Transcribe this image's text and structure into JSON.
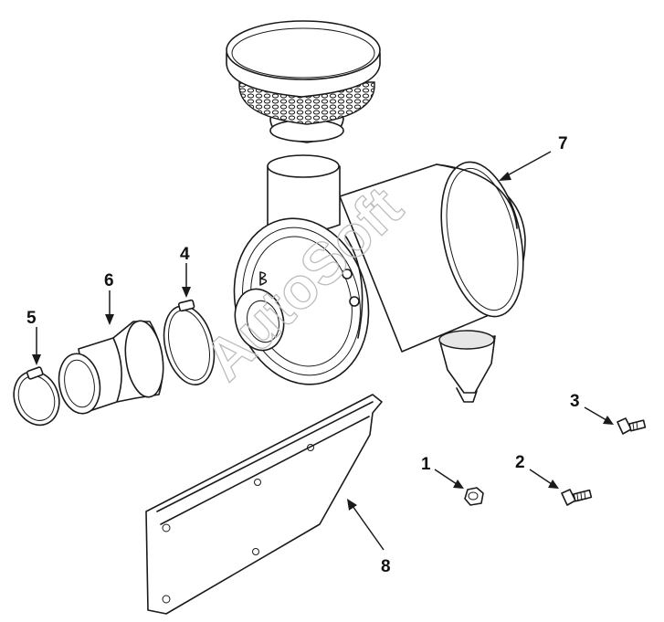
{
  "diagram": {
    "watermark": "AutoSoft",
    "callouts": [
      {
        "id": "callout-1",
        "label": "1"
      },
      {
        "id": "callout-2",
        "label": "2"
      },
      {
        "id": "callout-3",
        "label": "3"
      },
      {
        "id": "callout-4",
        "label": "4"
      },
      {
        "id": "callout-5",
        "label": "5"
      },
      {
        "id": "callout-6",
        "label": "6"
      },
      {
        "id": "callout-7",
        "label": "7"
      },
      {
        "id": "callout-8",
        "label": "8"
      }
    ],
    "colors": {
      "line": "#1a1a1a",
      "watermark": "#bdbdbd",
      "background": "#ffffff"
    }
  }
}
